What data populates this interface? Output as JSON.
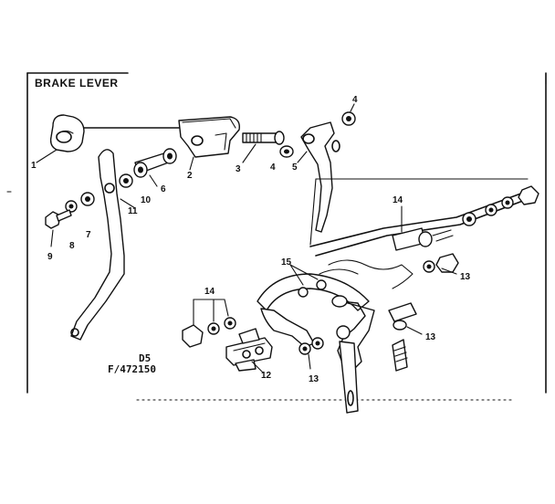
{
  "diagram": {
    "title": "BRAKE LEVER",
    "code_line1": "D5",
    "code_line2": "F/472150",
    "callouts": [
      "1",
      "2",
      "3",
      "4",
      "4",
      "5",
      "6",
      "7",
      "8",
      "9",
      "10",
      "11",
      "12",
      "13",
      "13",
      "13",
      "14",
      "14",
      "15"
    ]
  }
}
